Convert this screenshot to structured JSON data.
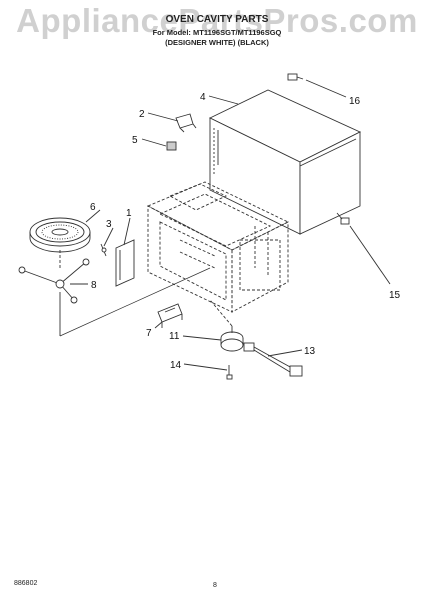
{
  "watermark": "AppliancePartsPros.com",
  "header": {
    "title": "OVEN CAVITY PARTS",
    "model_line": "For Model: MT1196SGT/MT1196SGQ",
    "color_line": "(DESIGNER WHITE)   (BLACK)"
  },
  "footer": {
    "part_code": "886802",
    "page_number": "8"
  },
  "callouts": {
    "c1": "1",
    "c2": "2",
    "c3": "3",
    "c4": "4",
    "c5": "5",
    "c6": "6",
    "c7": "7",
    "c8": "8",
    "c11": "11",
    "c13": "13",
    "c14": "14",
    "c15": "15",
    "c16": "16"
  }
}
